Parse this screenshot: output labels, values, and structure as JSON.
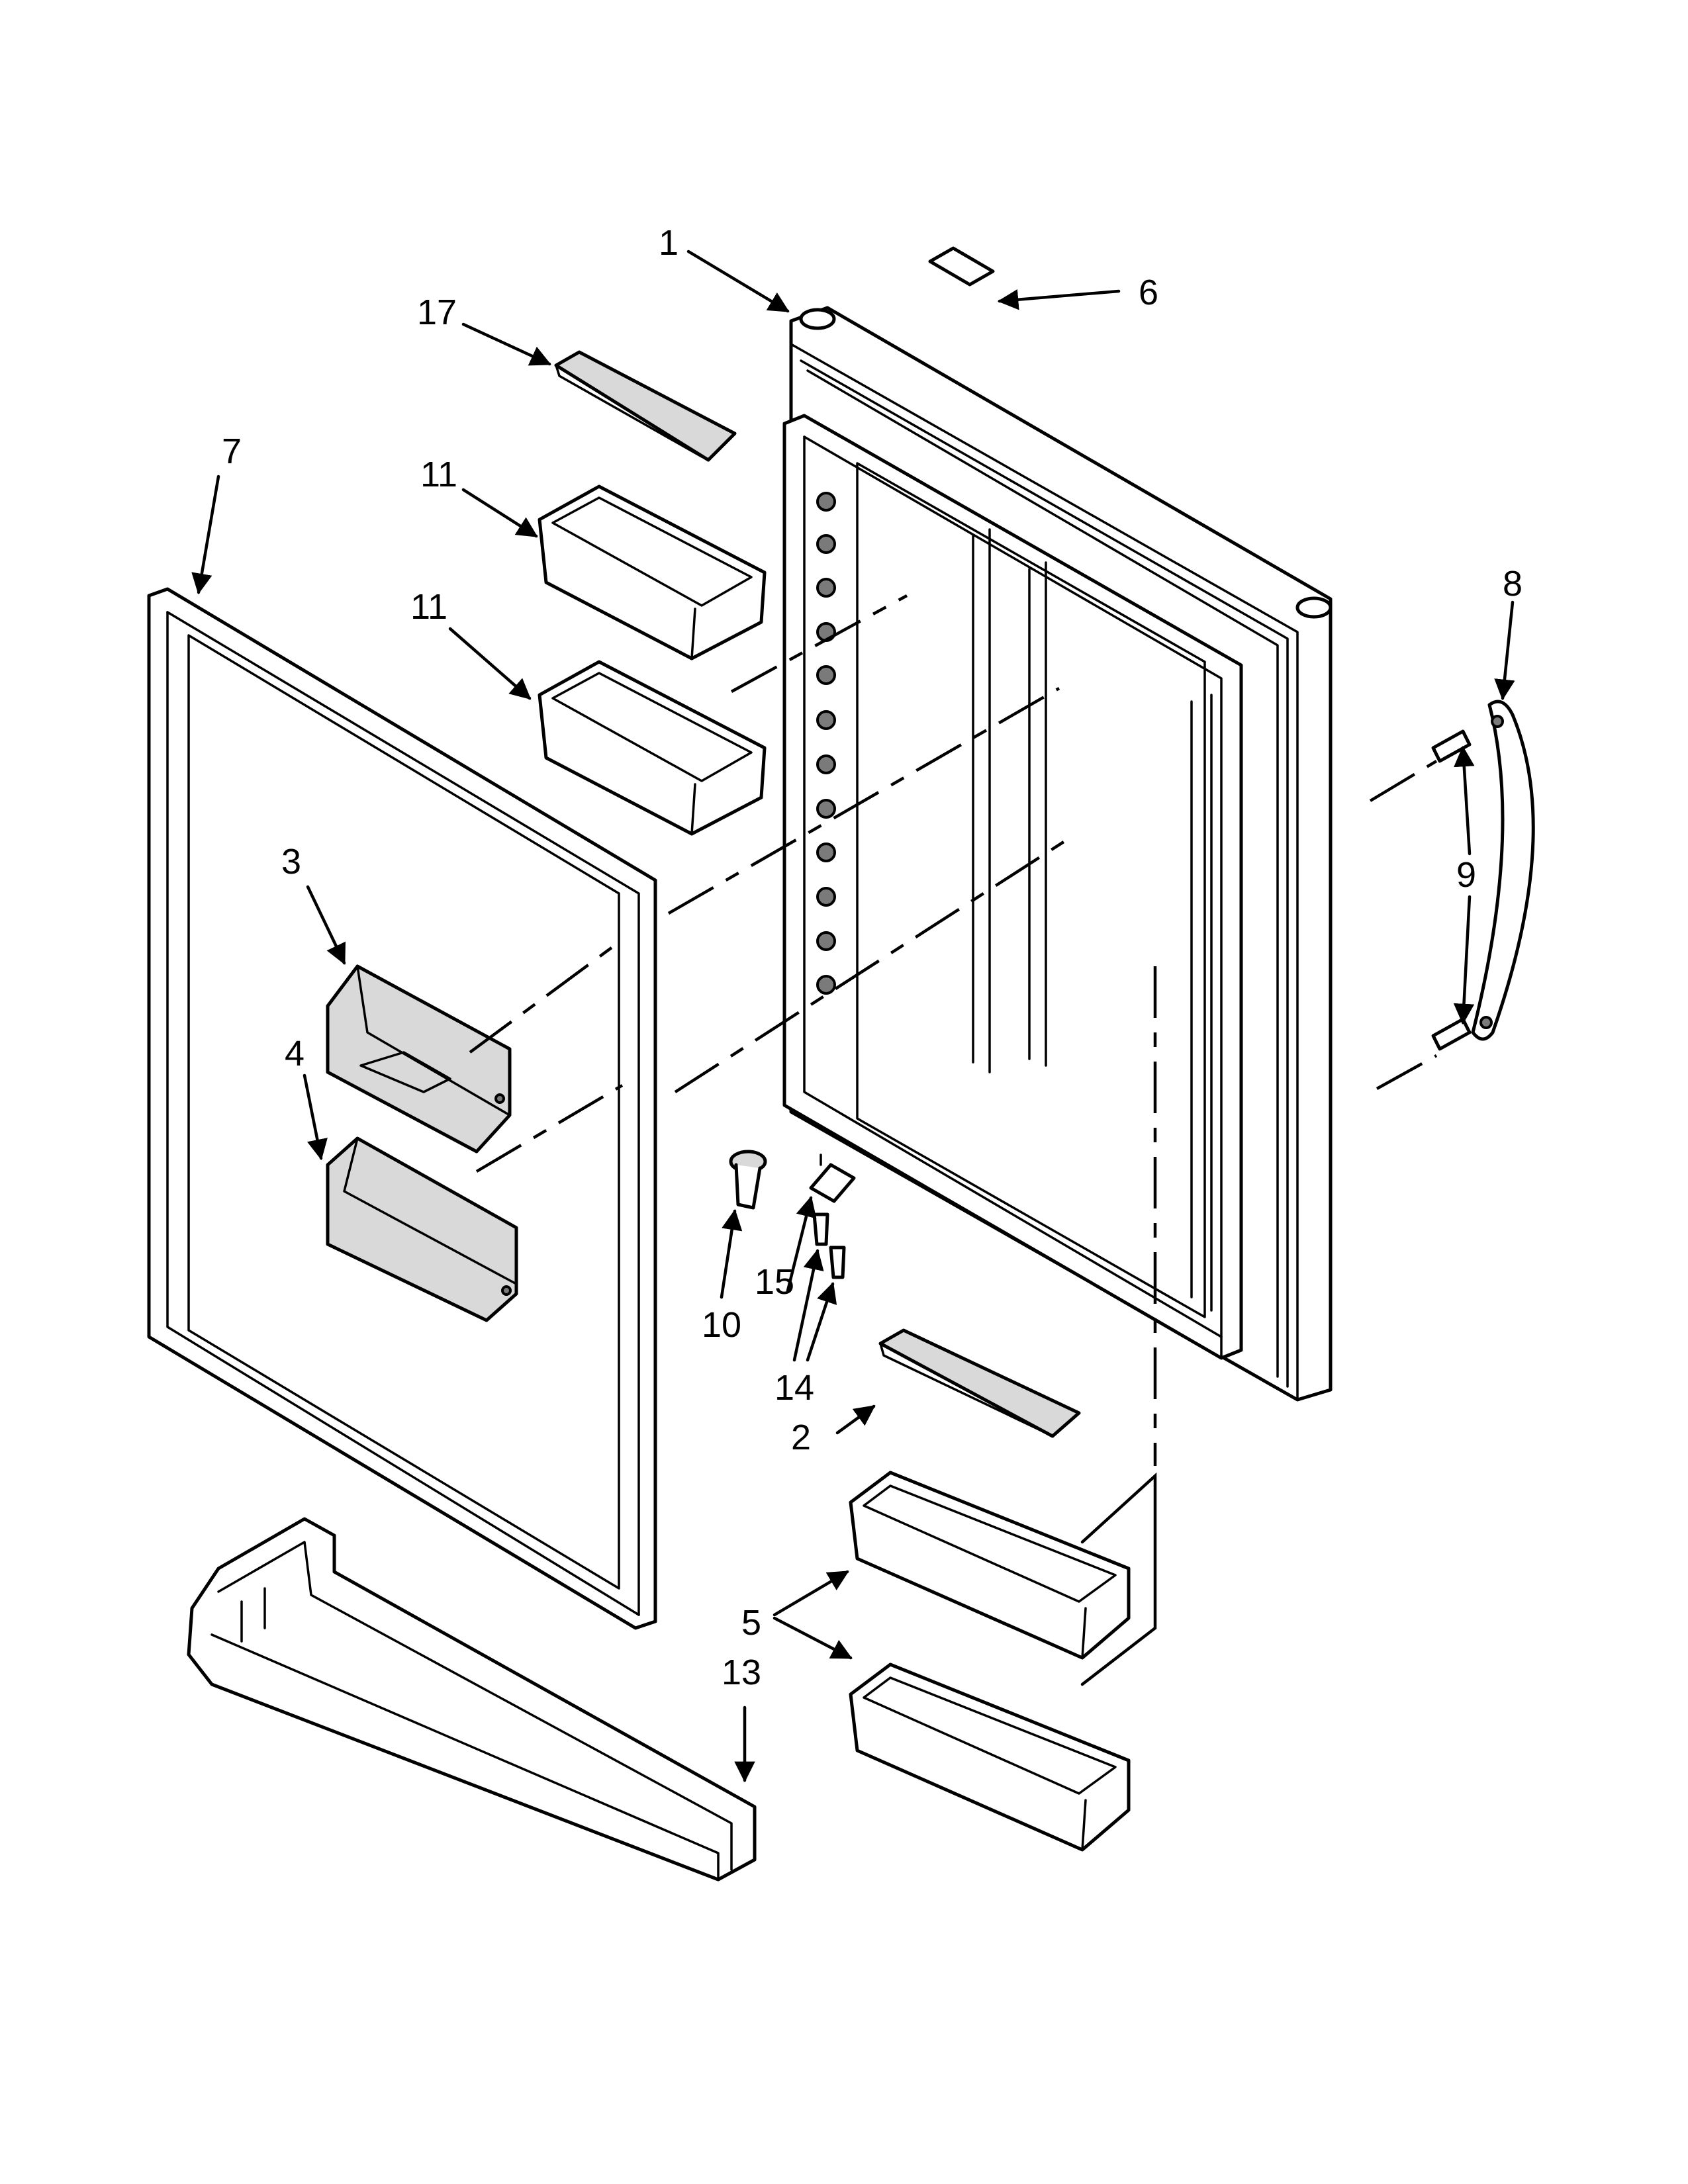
{
  "callouts": {
    "c1": "1",
    "c2": "2",
    "c3": "3",
    "c4": "4",
    "c5": "5",
    "c6": "6",
    "c7": "7",
    "c8": "8",
    "c9": "9",
    "c10": "10",
    "c11a": "11",
    "c11b": "11",
    "c13": "13",
    "c14": "14",
    "c15": "15",
    "c17": "17"
  },
  "colors": {
    "line": "#000000",
    "shade": "#d9d9d9",
    "background": "#ffffff"
  }
}
